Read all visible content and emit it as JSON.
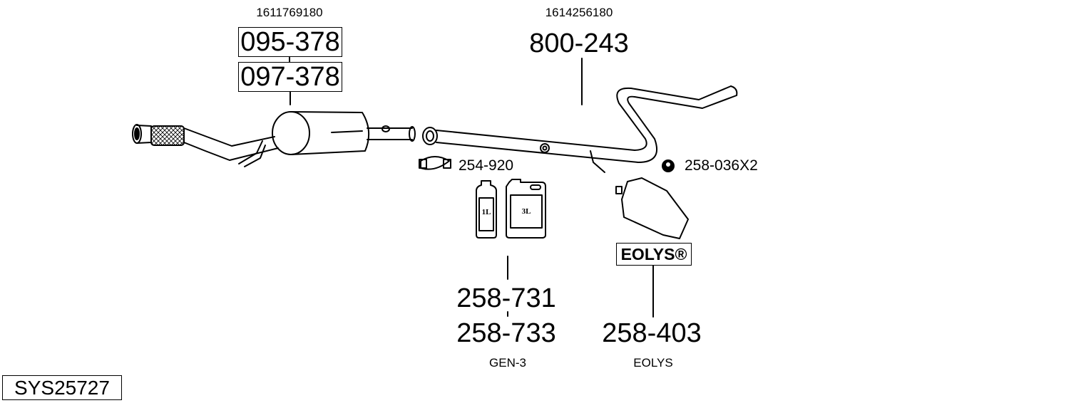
{
  "diagram": {
    "system_id": "SYS25727",
    "groups": [
      {
        "oem": "1611769180",
        "parts": [
          "095-378",
          "097-378"
        ]
      },
      {
        "oem": "1614256180",
        "parts": [
          "800-243"
        ]
      }
    ],
    "clamp": {
      "part": "254-920"
    },
    "nut": {
      "part": "258-036X2"
    },
    "additive": {
      "bottle_small_label": "1L",
      "bottle_large_label": "3L",
      "parts": [
        "258-731",
        "258-733"
      ],
      "caption": "GEN-3"
    },
    "eolys": {
      "badge": "EOLYS®",
      "part": "258-403",
      "caption": "EOLYS"
    }
  }
}
